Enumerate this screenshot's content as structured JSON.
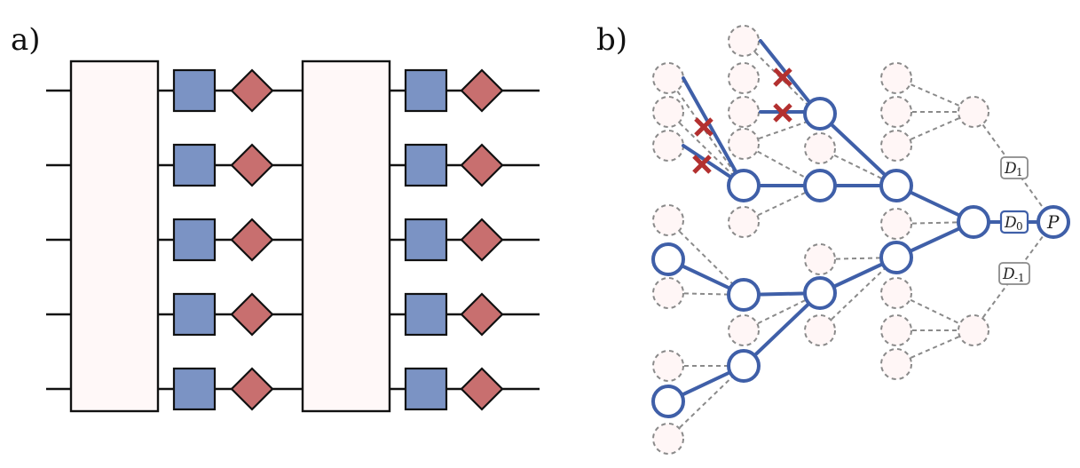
{
  "panels": {
    "a": {
      "label": "a)"
    },
    "b": {
      "label": "b)"
    }
  },
  "colors": {
    "block_fill": "#fff8f8",
    "square_fill": "#7b93c4",
    "diamond_fill": "#c86f6f",
    "active_stroke": "#3f5fa8",
    "ghost_stroke": "#8a8a8a",
    "cross_color": "#b3302f"
  },
  "tree_labels": {
    "d_plus": {
      "base": "D",
      "sub": "1"
    },
    "d_zero": {
      "base": "D",
      "sub": "0"
    },
    "d_minus": {
      "base": "D",
      "sub": "-1"
    },
    "p": "P"
  }
}
